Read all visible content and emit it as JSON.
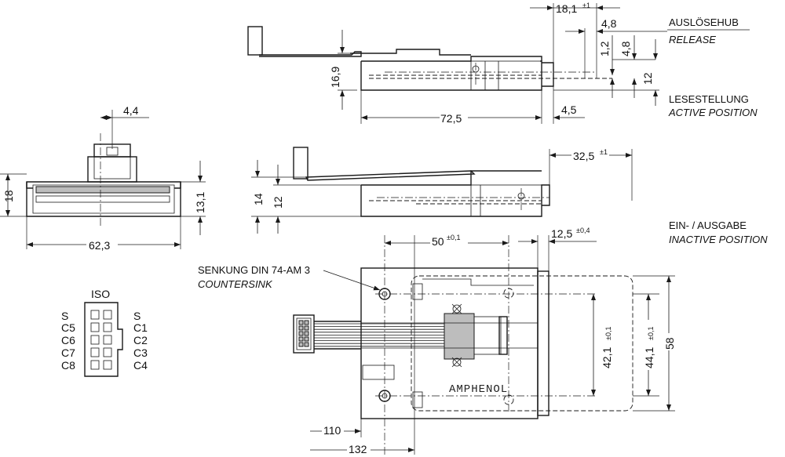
{
  "labels": {
    "release_de": "AUSLÖSEHUB",
    "release_en": "RELEASE",
    "active_de": "LESESTELLUNG",
    "active_en": "ACTIVE POSITION",
    "inactive_de": "EIN- / AUSGABE",
    "inactive_en": "INACTIVE POSITION",
    "countersink_de": "SENKUNG DIN 74-AM 3",
    "countersink_en": "COUNTERSINK",
    "brand": "AMPHENOL",
    "iso_title": "ISO"
  },
  "iso_contacts": {
    "left": [
      "S",
      "C5",
      "C6",
      "C7",
      "C8"
    ],
    "right": [
      "S",
      "C1",
      "C2",
      "C3",
      "C4"
    ]
  },
  "dimensions": {
    "d18_1": "18,1",
    "d18_1_tol": "±1",
    "d4_8a": "4,8",
    "d1_2": "1,2",
    "d4_8b": "4,8",
    "d16_9": "16,9",
    "d12a": "12",
    "d72_5": "72,5",
    "d4_5": "4,5",
    "d4_4": "4,4",
    "d18": "18",
    "d13_1": "13,1",
    "d62_3": "62,3",
    "d32_5": "32,5",
    "d32_5_tol": "±1",
    "d14": "14",
    "d12b": "12",
    "d50": "50",
    "d50_tol": "±0,1",
    "d12_5": "12,5",
    "d12_5_tol": "±0,4",
    "d42_1": "42,1",
    "d42_1_tol": "±0,1",
    "d44_1": "44,1",
    "d44_1_tol": "±0,1",
    "d58": "58",
    "d110": "110",
    "d132": "132"
  }
}
